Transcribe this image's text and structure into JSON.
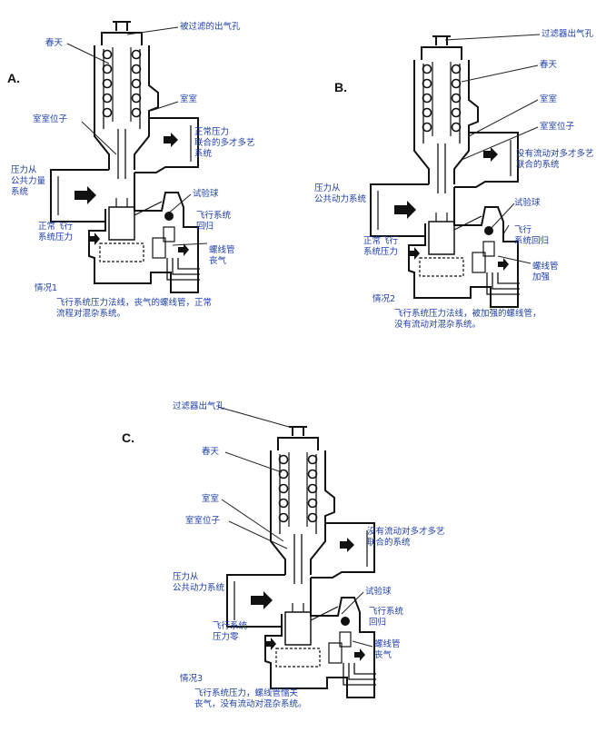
{
  "sections": [
    {
      "letter": "A.",
      "labels": {
        "vent": "被过滤的出气孔",
        "spring": "春天",
        "chamber": "室室",
        "seat": "室室位子",
        "common_pressure": [
          "压力从",
          "公共力量",
          "系统"
        ],
        "priority_port": [
          "正常压力",
          "联合的多才多艺",
          "系统"
        ],
        "test_ball": "试验球",
        "normal_flight_pressure": [
          "正常飞行",
          "系统压力"
        ],
        "flight_return": [
          "飞行系统",
          "回归"
        ],
        "solenoid": [
          "螺线管",
          "丧气"
        ]
      },
      "case_title": "情况1",
      "caption": [
        "飞行系统压力法线，丧气的螺线管，正常",
        "流程对混杂系统。"
      ]
    },
    {
      "letter": "B.",
      "labels": {
        "vent": "过滤器出气孔",
        "spring": "春天",
        "chamber": "室室",
        "seat": "室室位子",
        "priority_port": [
          "没有流动对多才多艺",
          "联合的系统"
        ],
        "common_pressure": [
          "压力从",
          "公共动力系统"
        ],
        "test_ball": "试验球",
        "normal_flight_pressure": [
          "正常飞行",
          "系统压力"
        ],
        "flight_return": [
          "飞行",
          "系统回归"
        ],
        "solenoid": [
          "螺线管",
          "加强"
        ]
      },
      "case_title": "情况2",
      "caption": [
        "飞行系统压力法线，被加强的螺线管，",
        "没有流动对混杂系统。"
      ]
    },
    {
      "letter": "C.",
      "labels": {
        "vent": "过滤器出气孔",
        "spring": "春天",
        "chamber": "室室",
        "seat": "室室位子",
        "priority_port": [
          "没有流动对多才多艺",
          "联合的系统"
        ],
        "common_pressure": [
          "压力从",
          "公共动力系统"
        ],
        "test_ball": "试验球",
        "flight_return": [
          "飞行系统",
          "回归"
        ],
        "flight_pressure_zero": [
          "飞行系统",
          "压力零"
        ],
        "solenoid": [
          "螺线管",
          "丧气"
        ]
      },
      "case_title": "情况3",
      "caption": [
        "飞行系统压力，螺线管懦夫",
        "丧气，没有流动对混杂系统。"
      ]
    }
  ]
}
